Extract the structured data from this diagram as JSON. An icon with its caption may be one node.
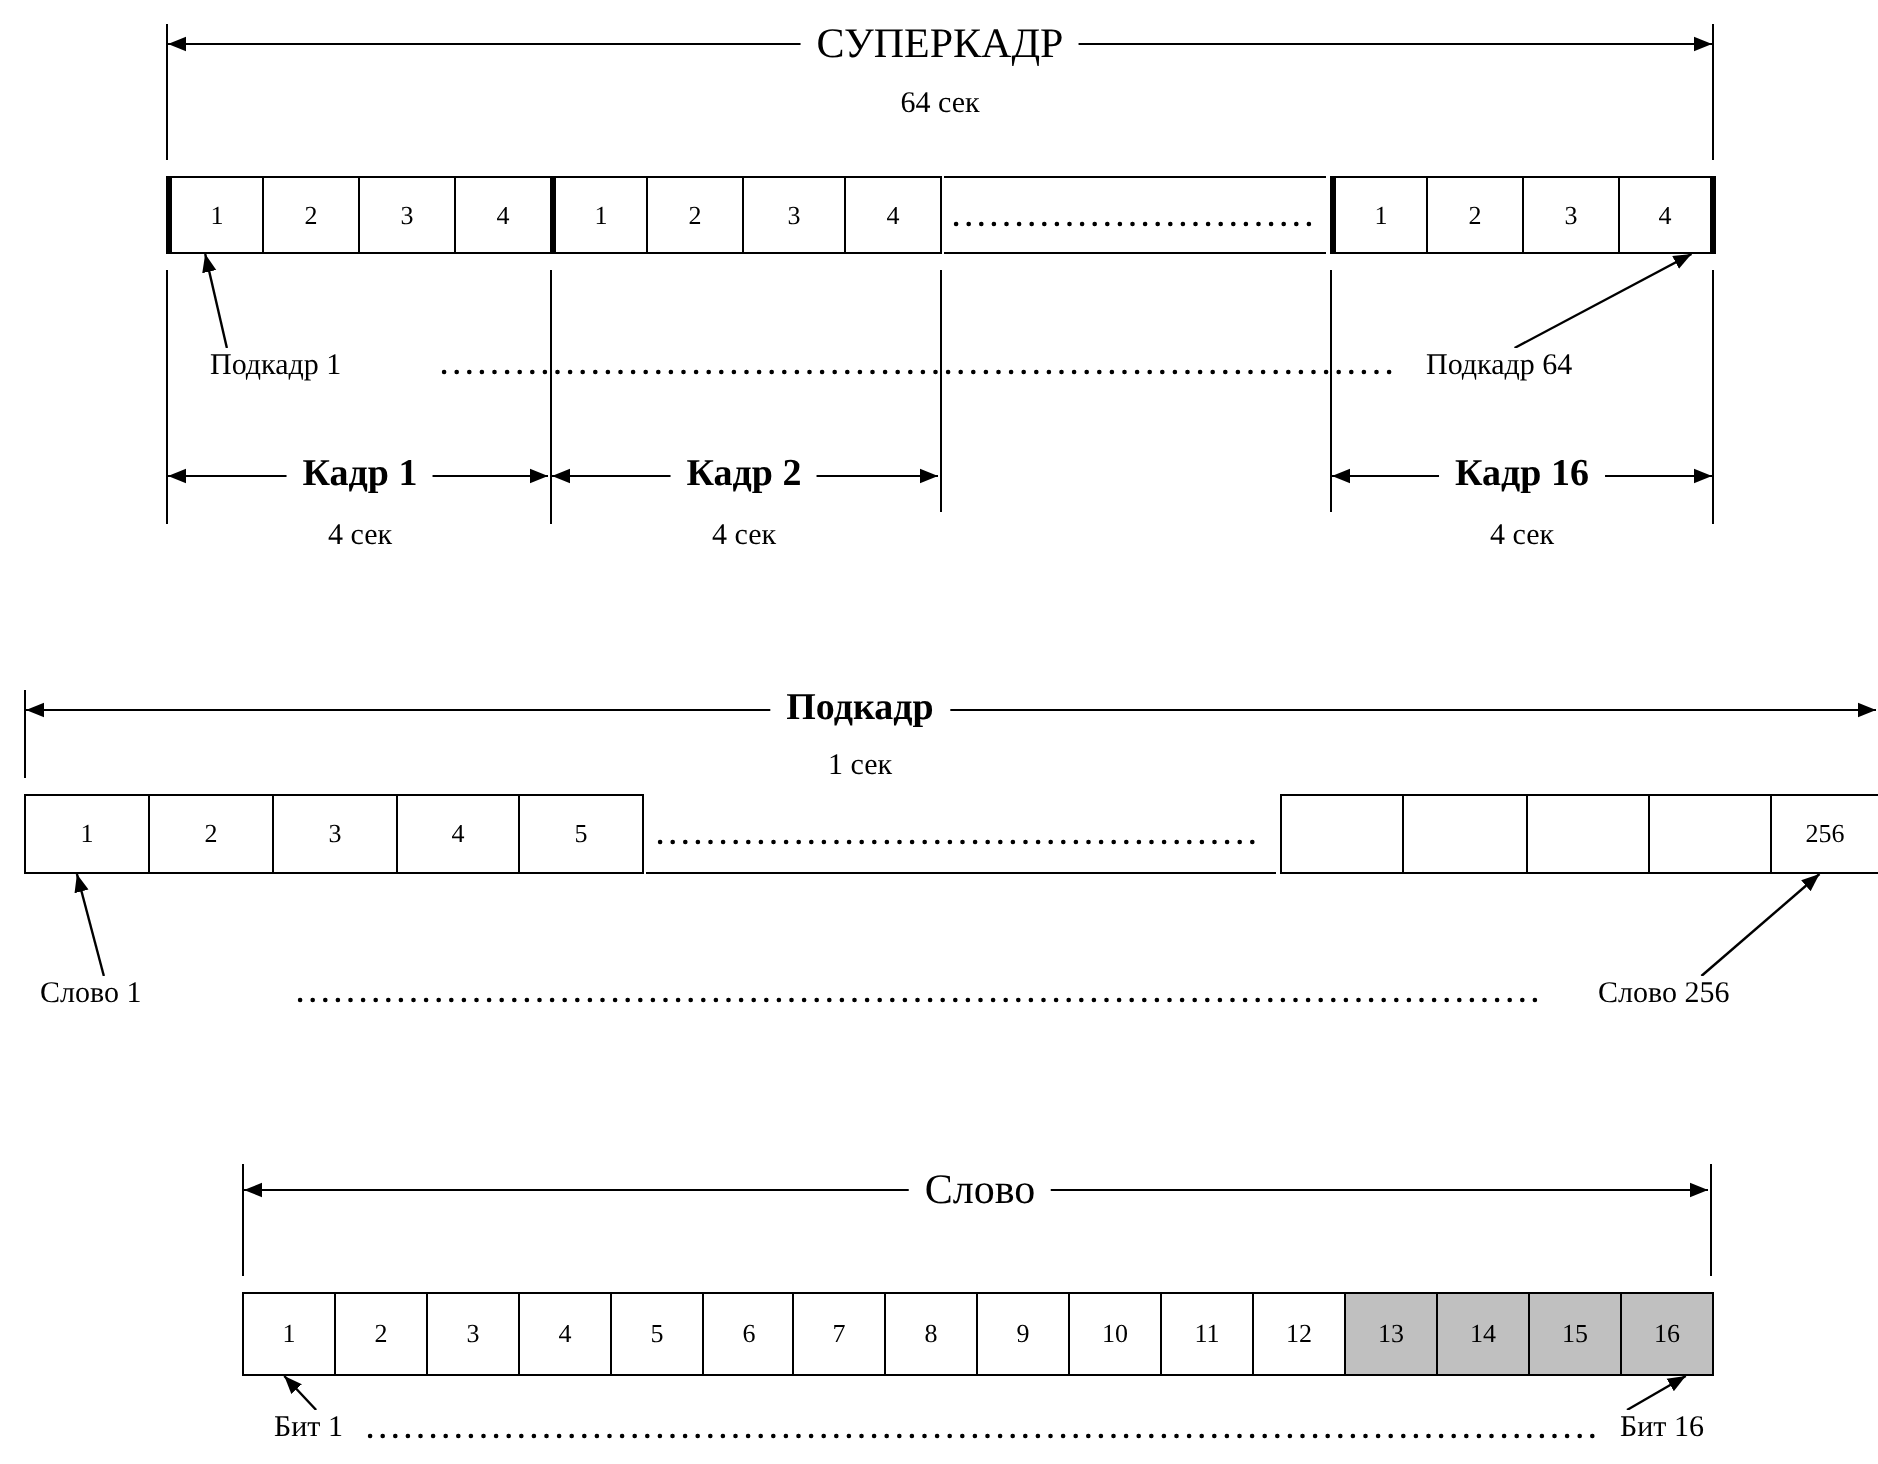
{
  "diagram": {
    "nodes": [
      {
        "text": [
          "1"
        ]
      },
      {
        "text": [
          "2"
        ]
      },
      {
        "text": [
          "3"
        ]
      },
      {
        "text": [
          "4"
        ]
      },
      {
        "text": [
          "1"
        ]
      },
      {
        "text": [
          "2"
        ]
      },
      {
        "text": [
          "3"
        ]
      },
      {
        "text": [
          "4"
        ]
      },
      {
        "text": [
          "1"
        ]
      },
      {
        "text": [
          "2"
        ]
      },
      {
        "text": [
          "3"
        ]
      },
      {
        "text": [
          "4"
        ]
      },
      {
        "text": [
          "Подкадр 1"
        ]
      },
      {
        "text": [
          "Подкадр 64"
        ]
      },
      {
        "text": [
          "1"
        ]
      },
      {
        "text": [
          "2"
        ]
      },
      {
        "text": [
          "3"
        ]
      },
      {
        "text": [
          "4"
        ]
      },
      {
        "text": [
          "5"
        ]
      },
      {
        "text": [],
        "shape": "box"
      },
      {
        "text": [],
        "shape": "box"
      },
      {
        "text": [],
        "shape": "box"
      },
      {
        "text": [],
        "shape": "box"
      },
      {
        "text": [
          "256"
        ]
      },
      {
        "text": [
          "Слово 1"
        ]
      },
      {
        "text": [
          "Слово 256"
        ]
      },
      {
        "text": [
          "1"
        ]
      },
      {
        "text": [
          "2"
        ]
      },
      {
        "text": [
          "3"
        ]
      },
      {
        "text": [
          "4"
        ]
      },
      {
        "text": [
          "5"
        ]
      },
      {
        "text": [
          "6"
        ]
      },
      {
        "text": [
          "7"
        ]
      },
      {
        "text": [
          "8"
        ]
      },
      {
        "text": [
          "9"
        ]
      },
      {
        "text": [
          "10"
        ]
      },
      {
        "text": [
          "11"
        ]
      },
      {
        "text": [
          "12"
        ]
      },
      {
        "text": [
          "13"
        ]
      },
      {
        "text": [
          "14"
        ]
      },
      {
        "text": [
          "15"
        ]
      },
      {
        "text": [
          "16"
        ]
      },
      {
        "text": [
          "Бит 1"
        ]
      },
      {
        "text": [
          "Бит 16"
        ]
      }
    ],
    "edges": [
      {
        "from": 12,
        "to": 0,
        "arrow": "to"
      },
      {
        "from": 13,
        "to": 11,
        "arrow": "to"
      },
      {
        "from": 24,
        "to": 14,
        "arrow": "to"
      },
      {
        "from": 25,
        "to": 23,
        "arrow": "to"
      },
      {
        "from": 42,
        "to": 26,
        "arrow": "to"
      },
      {
        "from": 43,
        "to": 41,
        "arrow": "to"
      }
    ],
    "labels": [
      "СУПЕРКАДР",
      "64 сек",
      "Кадр 1",
      "Кадр 2",
      "Кадр 16",
      "4 сек",
      "4 сек",
      "4 сек",
      "Подкадр",
      "1 сек",
      "Слово"
    ]
  }
}
